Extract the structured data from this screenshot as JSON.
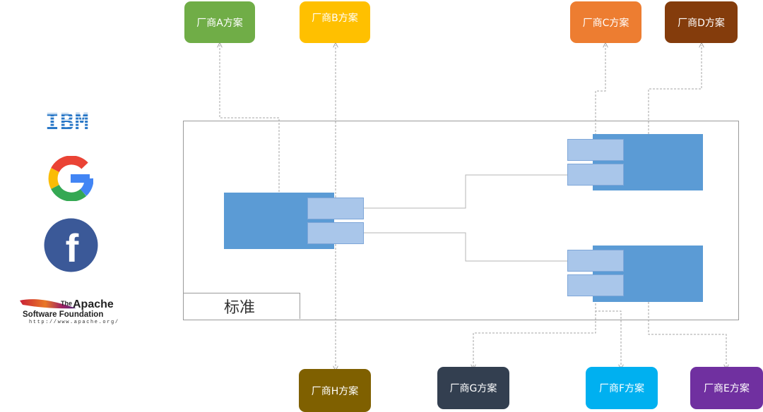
{
  "vendors": {
    "a": {
      "label": "厂商A方案",
      "color": "#70ad47"
    },
    "b": {
      "label": "厂商B方案",
      "color": "#ffc000"
    },
    "c": {
      "label": "厂商C方案",
      "color": "#ed7d31"
    },
    "d": {
      "label": "厂商D方案",
      "color": "#843c0c"
    },
    "e": {
      "label": "厂商E方案",
      "color": "#7030a0"
    },
    "f": {
      "label": "厂商F方案",
      "color": "#00b0f0"
    },
    "g": {
      "label": "厂商G方案",
      "color": "#333f50"
    },
    "h": {
      "label": "厂商H方案",
      "color": "#7f6000"
    }
  },
  "standard": {
    "label": "标准"
  },
  "logos": {
    "ibm": {
      "text": "IBM",
      "icon": "ibm-logo"
    },
    "google": {
      "text": "G",
      "icon": "google-logo"
    },
    "facebook": {
      "text": "f",
      "icon": "facebook-logo"
    },
    "apache": {
      "the": "The",
      "name": "Apache",
      "sub": "Software Foundation",
      "url": "http://www.apache.org/",
      "icon": "apache-feather-logo"
    }
  },
  "colors": {
    "block": "#5b9bd5",
    "port": "#a9c6ea",
    "frame": "#9a9a9a"
  }
}
